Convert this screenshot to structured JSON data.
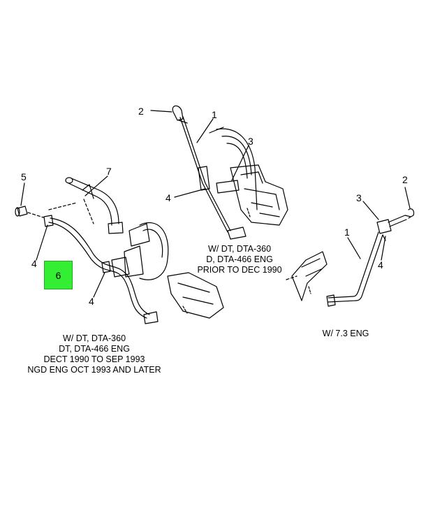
{
  "callouts": {
    "c_top_2": "2",
    "c_top_1": "1",
    "c_top_3": "3",
    "c_top_4": "4",
    "c_left_5": "5",
    "c_left_7": "7",
    "c_left_4a": "4",
    "c_left_6": "6",
    "c_left_4b": "4",
    "c_right_3": "3",
    "c_right_2": "2",
    "c_right_1": "1",
    "c_right_4": "4"
  },
  "captions": {
    "middle": [
      "W/ DT, DTA-360",
      "D, DTA-466 ENG",
      "PRIOR TO DEC 1990"
    ],
    "left": [
      "W/ DT, DTA-360",
      "DT, DTA-466 ENG",
      "DECT 1990 TO SEP 1993",
      "NGD ENG OCT 1993 AND LATER"
    ],
    "right": [
      "W/ 7.3 ENG"
    ]
  },
  "highlight": {
    "color": "#33ee33",
    "part": "6"
  }
}
